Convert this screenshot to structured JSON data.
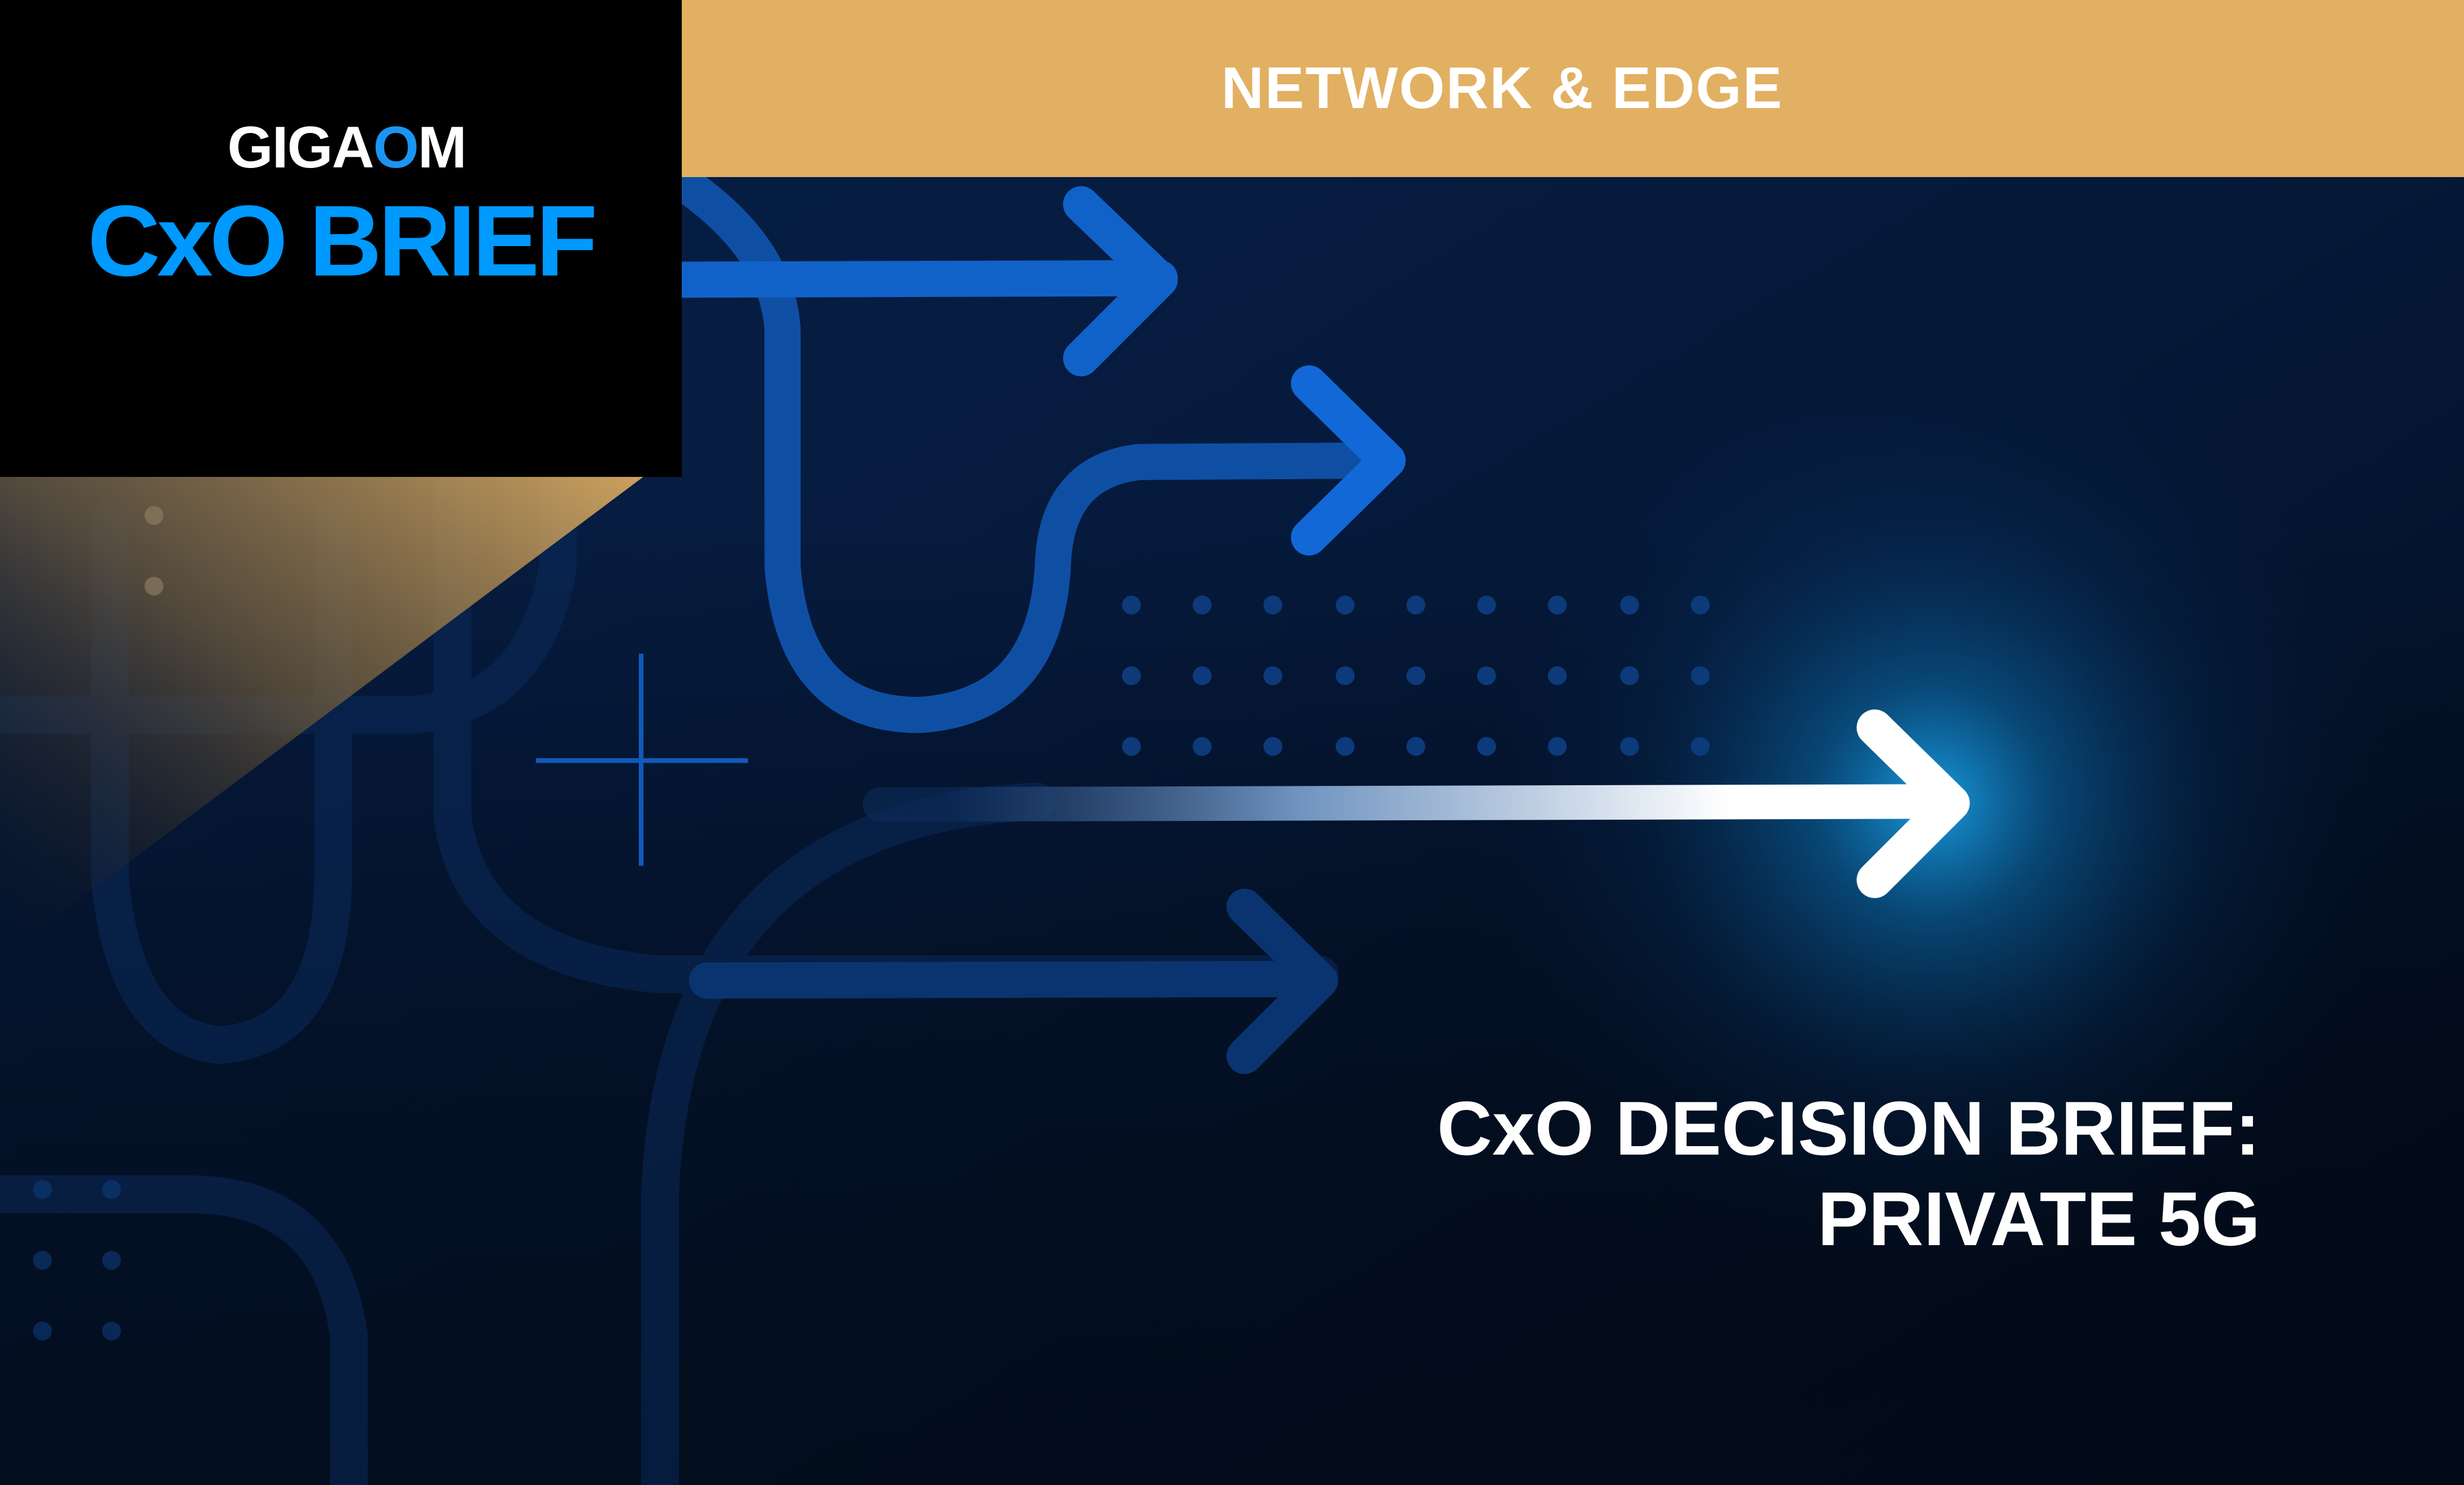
{
  "brand": {
    "logo_top_prefix": "GIGA",
    "logo_top_accent": "O",
    "logo_top_suffix": "M",
    "logo_bottom": "CxO BRIEF"
  },
  "category": {
    "label": "NETWORK & EDGE"
  },
  "title": {
    "line1": "CxO DECISION BRIEF:",
    "line2": "PRIVATE 5G"
  },
  "colors": {
    "band_gold": "#e2b062",
    "logo_bg": "#000000",
    "logo_blue": "#0099ff",
    "background_navy": "#04142b",
    "arrow_blue": "#1166d0",
    "glow_cyan": "#0a8fd6",
    "text_white": "#ffffff"
  },
  "graphics": {
    "arrows": [
      "arrow-top-blue",
      "arrow-upper-right-blue",
      "arrow-glowing-white",
      "arrow-lower-blue"
    ],
    "decorations": [
      "dot-grid",
      "crosshair",
      "rounded-paths"
    ]
  }
}
